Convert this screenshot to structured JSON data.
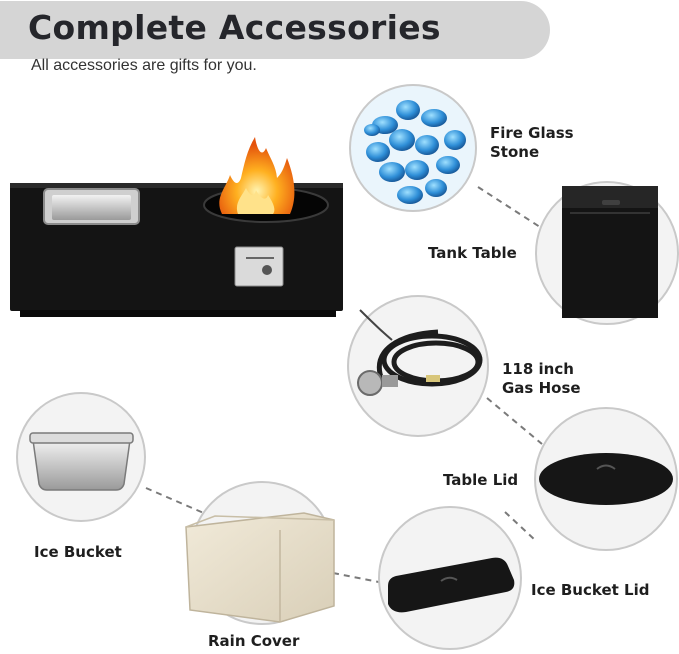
{
  "header": {
    "title": "Complete Accessories",
    "subtitle": "All accessories are gifts for you."
  },
  "accessories": [
    {
      "id": "fire-glass",
      "lines": [
        "Fire Glass",
        "Stone"
      ]
    },
    {
      "id": "tank-table",
      "lines": [
        "Tank Table"
      ]
    },
    {
      "id": "gas-hose",
      "lines": [
        "118 inch",
        "Gas Hose"
      ]
    },
    {
      "id": "table-lid",
      "lines": [
        "Table Lid"
      ]
    },
    {
      "id": "ice-bucket",
      "lines": [
        "Ice Bucket"
      ]
    },
    {
      "id": "ice-bucket-lid",
      "lines": [
        "Ice Bucket Lid"
      ]
    },
    {
      "id": "rain-cover",
      "lines": [
        "Rain Cover"
      ]
    }
  ],
  "colors": {
    "banner": "#d5d5d5",
    "title": "#25262b",
    "circle_border": "#c9c9c9",
    "circle_fill": "#f3f3f3",
    "fire_pit": "#141414",
    "fire_glass": "#2f8fd8",
    "dashes": "#7a7a7a"
  }
}
